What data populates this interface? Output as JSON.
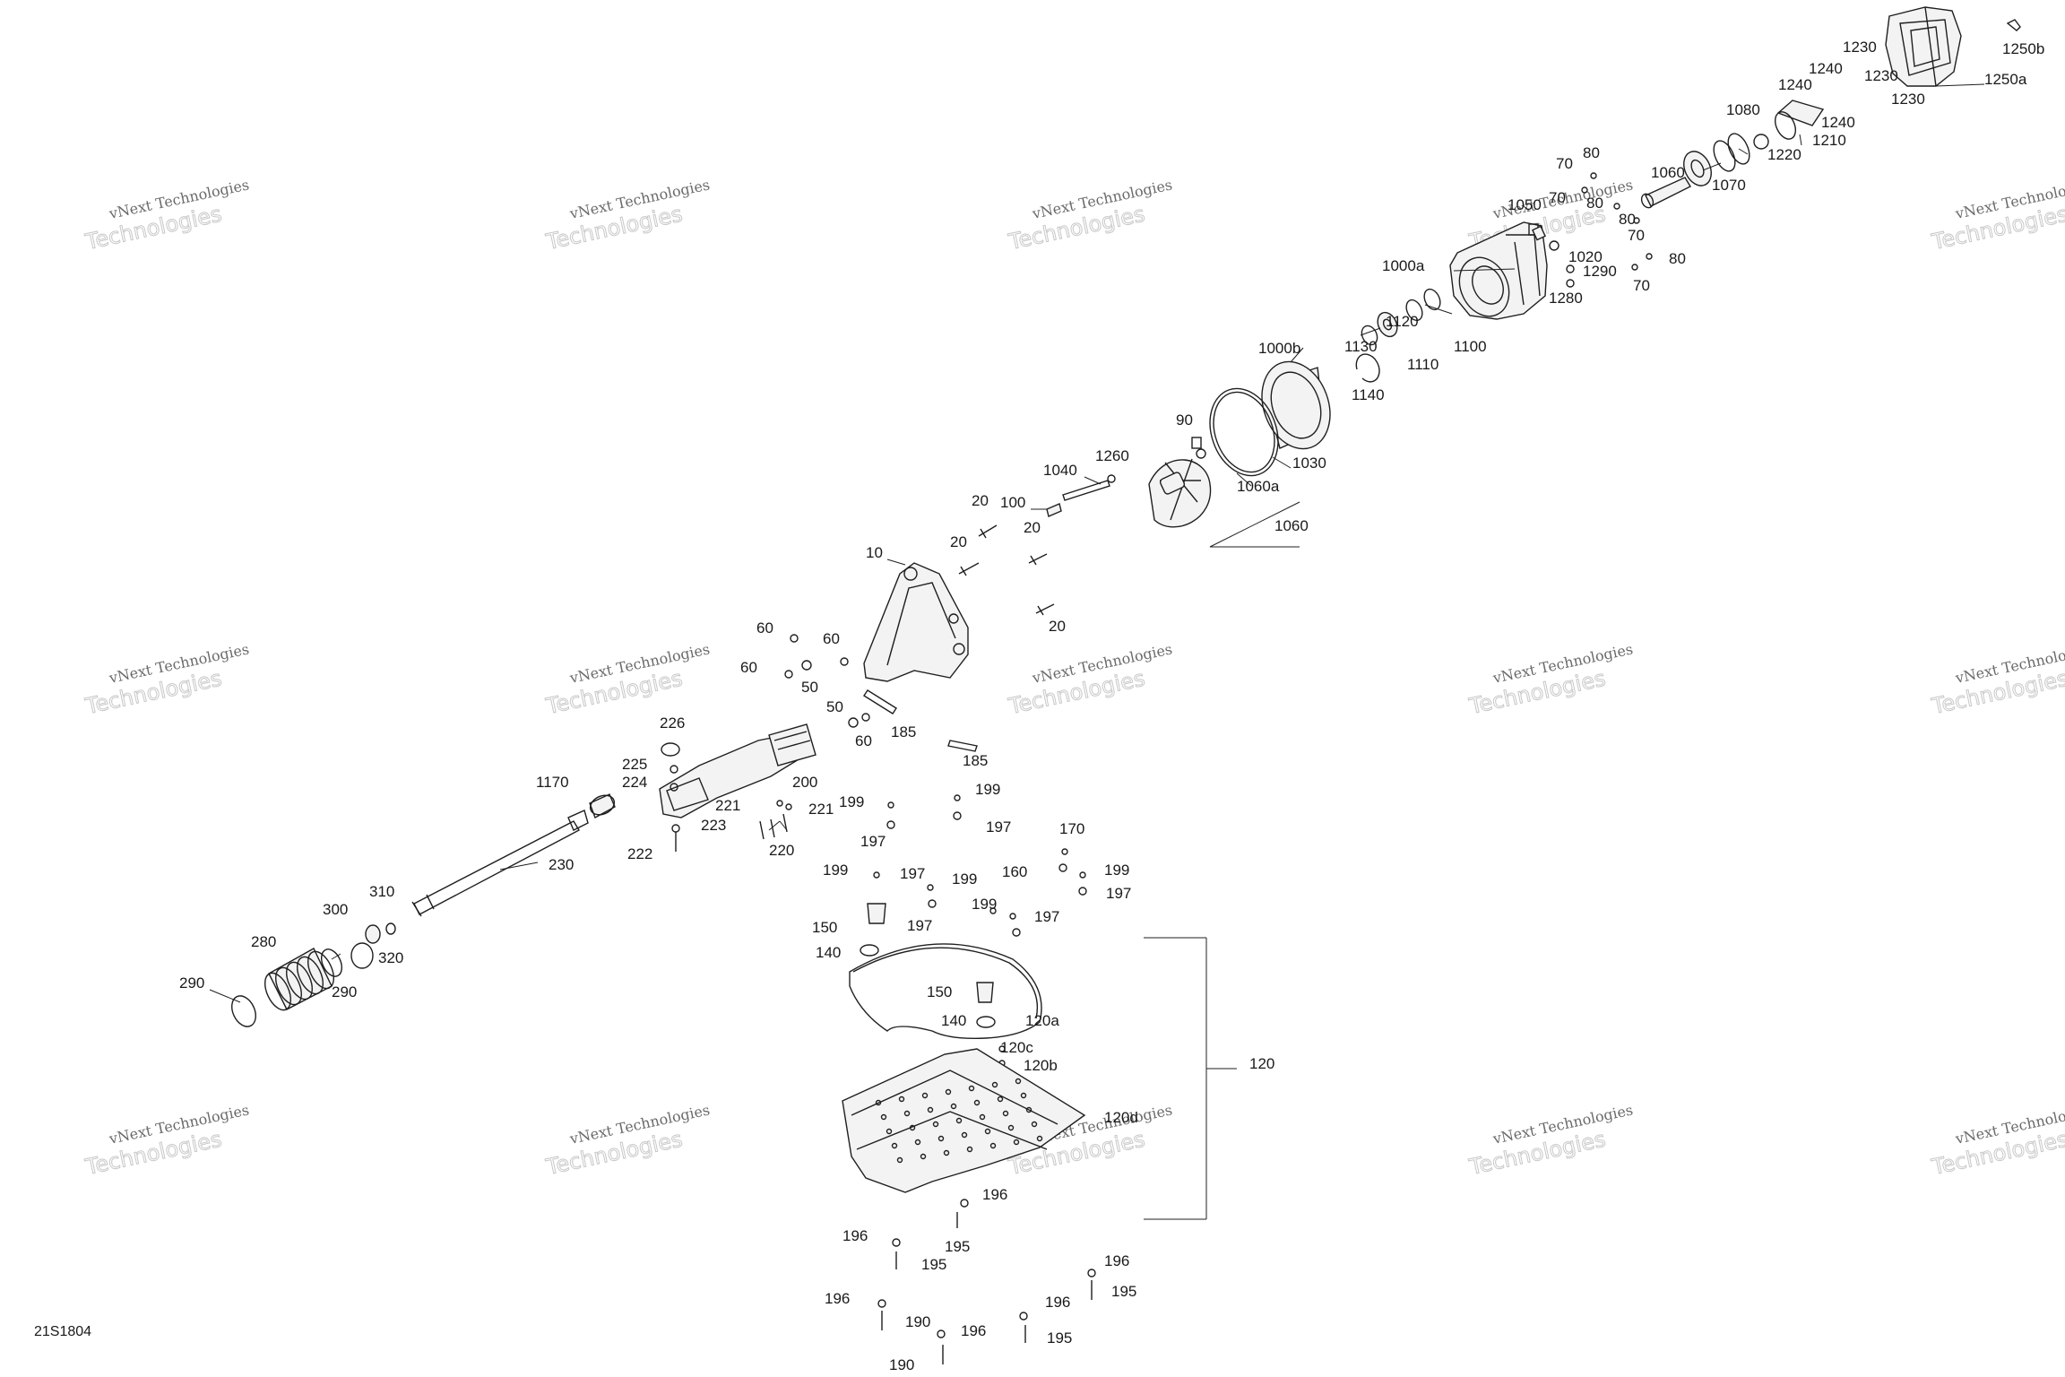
{
  "drawing": {
    "id": "21S1804",
    "watermark_line1": "vNext Technologies",
    "watermark_line2": "Technologies"
  },
  "callouts": [
    {
      "key": "c1250b",
      "label": "1250b"
    },
    {
      "key": "c1250a",
      "label": "1250a"
    },
    {
      "key": "c1230a",
      "label": "1230"
    },
    {
      "key": "c1230b",
      "label": "1230"
    },
    {
      "key": "c1230c",
      "label": "1230"
    },
    {
      "key": "c1240a",
      "label": "1240"
    },
    {
      "key": "c1240b",
      "label": "1240"
    },
    {
      "key": "c1240c",
      "label": "1240"
    },
    {
      "key": "c1210",
      "label": "1210"
    },
    {
      "key": "c1080",
      "label": "1080"
    },
    {
      "key": "c1220",
      "label": "1220"
    },
    {
      "key": "c1060top",
      "label": "1060"
    },
    {
      "key": "c1070",
      "label": "1070"
    },
    {
      "key": "c80a",
      "label": "80"
    },
    {
      "key": "c70a",
      "label": "70"
    },
    {
      "key": "c1050",
      "label": "1050"
    },
    {
      "key": "c70b",
      "label": "70"
    },
    {
      "key": "c80b",
      "label": "80"
    },
    {
      "key": "c80c",
      "label": "80"
    },
    {
      "key": "c70c",
      "label": "70"
    },
    {
      "key": "c80d",
      "label": "80"
    },
    {
      "key": "c70d",
      "label": "70"
    },
    {
      "key": "c1020",
      "label": "1020"
    },
    {
      "key": "c1290",
      "label": "1290"
    },
    {
      "key": "c1280",
      "label": "1280"
    },
    {
      "key": "c1000a",
      "label": "1000a"
    },
    {
      "key": "c1120",
      "label": "1120"
    },
    {
      "key": "c1100",
      "label": "1100"
    },
    {
      "key": "c1130",
      "label": "1130"
    },
    {
      "key": "c1110",
      "label": "1110"
    },
    {
      "key": "c1140",
      "label": "1140"
    },
    {
      "key": "c1000b",
      "label": "1000b"
    },
    {
      "key": "c1030",
      "label": "1030"
    },
    {
      "key": "c90",
      "label": "90"
    },
    {
      "key": "c1060a",
      "label": "1060a"
    },
    {
      "key": "c1060",
      "label": "1060"
    },
    {
      "key": "c1260",
      "label": "1260"
    },
    {
      "key": "c1040",
      "label": "1040"
    },
    {
      "key": "c100",
      "label": "100"
    },
    {
      "key": "c20a",
      "label": "20"
    },
    {
      "key": "c20b",
      "label": "20"
    },
    {
      "key": "c20c",
      "label": "20"
    },
    {
      "key": "c20d",
      "label": "20"
    },
    {
      "key": "c10",
      "label": "10"
    },
    {
      "key": "c60a",
      "label": "60"
    },
    {
      "key": "c60b",
      "label": "60"
    },
    {
      "key": "c60c",
      "label": "60"
    },
    {
      "key": "c50a",
      "label": "50"
    },
    {
      "key": "c50b",
      "label": "50"
    },
    {
      "key": "c60d",
      "label": "60"
    },
    {
      "key": "c185a",
      "label": "185"
    },
    {
      "key": "c185b",
      "label": "185"
    },
    {
      "key": "c226",
      "label": "226"
    },
    {
      "key": "c225",
      "label": "225"
    },
    {
      "key": "c224",
      "label": "224"
    },
    {
      "key": "c200",
      "label": "200"
    },
    {
      "key": "c221a",
      "label": "221"
    },
    {
      "key": "c221b",
      "label": "221"
    },
    {
      "key": "c223",
      "label": "223"
    },
    {
      "key": "c220",
      "label": "220"
    },
    {
      "key": "c222",
      "label": "222"
    },
    {
      "key": "c1170",
      "label": "1170"
    },
    {
      "key": "c230",
      "label": "230"
    },
    {
      "key": "c310",
      "label": "310"
    },
    {
      "key": "c300",
      "label": "300"
    },
    {
      "key": "c320",
      "label": "320"
    },
    {
      "key": "c280",
      "label": "280"
    },
    {
      "key": "c290a",
      "label": "290"
    },
    {
      "key": "c290b",
      "label": "290"
    },
    {
      "key": "c199a",
      "label": "199"
    },
    {
      "key": "c197a",
      "label": "197"
    },
    {
      "key": "c199b",
      "label": "199"
    },
    {
      "key": "c197b",
      "label": "197"
    },
    {
      "key": "c170",
      "label": "170"
    },
    {
      "key": "c160",
      "label": "160"
    },
    {
      "key": "c199c",
      "label": "199"
    },
    {
      "key": "c197c",
      "label": "197"
    },
    {
      "key": "c199d",
      "label": "199"
    },
    {
      "key": "c197d",
      "label": "197"
    },
    {
      "key": "c199e",
      "label": "199"
    },
    {
      "key": "c199f",
      "label": "199"
    },
    {
      "key": "c197e",
      "label": "197"
    },
    {
      "key": "c197f",
      "label": "197"
    },
    {
      "key": "c150a",
      "label": "150"
    },
    {
      "key": "c140a",
      "label": "140"
    },
    {
      "key": "c150b",
      "label": "150"
    },
    {
      "key": "c140b",
      "label": "140"
    },
    {
      "key": "c120a",
      "label": "120a"
    },
    {
      "key": "c120c",
      "label": "120c"
    },
    {
      "key": "c120b",
      "label": "120b"
    },
    {
      "key": "c120",
      "label": "120"
    },
    {
      "key": "c120d",
      "label": "120d"
    },
    {
      "key": "c196a",
      "label": "196"
    },
    {
      "key": "c196b",
      "label": "196"
    },
    {
      "key": "c195a",
      "label": "195"
    },
    {
      "key": "c195b",
      "label": "195"
    },
    {
      "key": "c196c",
      "label": "196"
    },
    {
      "key": "c195c",
      "label": "195"
    },
    {
      "key": "c196d",
      "label": "196"
    },
    {
      "key": "c196e",
      "label": "196"
    },
    {
      "key": "c190a",
      "label": "190"
    },
    {
      "key": "c196f",
      "label": "196"
    },
    {
      "key": "c195d",
      "label": "195"
    },
    {
      "key": "c190b",
      "label": "190"
    }
  ]
}
